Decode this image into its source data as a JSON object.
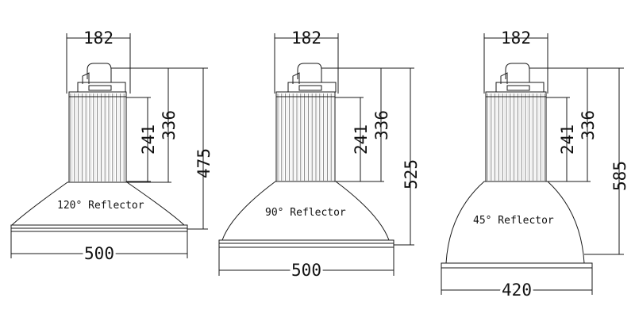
{
  "colors": {
    "line": "#1a1a1a",
    "fin_dark": "#bdbdbd",
    "fin_light": "#e6e6e6",
    "reflector": "#f3f3f3",
    "base": "#e8e8e8"
  },
  "lamps": [
    {
      "reflector_label": "120° Reflector",
      "top_width": "182",
      "height_241": "241",
      "height_336": "336",
      "total_height": "475",
      "base_width": "500"
    },
    {
      "reflector_label": "90° Reflector",
      "top_width": "182",
      "height_241": "241",
      "height_336": "336",
      "total_height": "525",
      "base_width": "500"
    },
    {
      "reflector_label": "45° Reflector",
      "top_width": "182",
      "height_241": "241",
      "height_336": "336",
      "total_height": "585",
      "base_width": "420"
    }
  ]
}
